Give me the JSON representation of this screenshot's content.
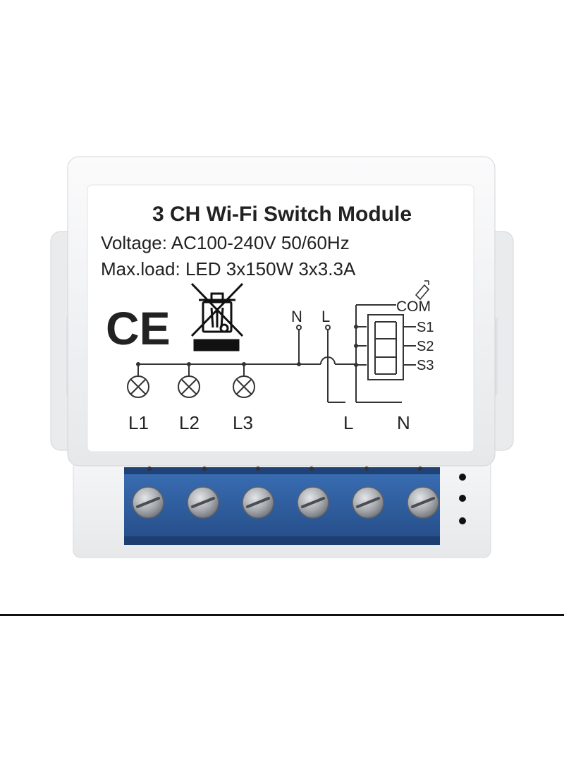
{
  "label": {
    "title": "3 CH Wi-Fi Switch Module",
    "voltage": "Voltage: AC100-240V 50/60Hz",
    "max_load": "Max.load: LED 3x150W 3x3.3A",
    "ce_mark": "CE",
    "wiring": {
      "input_n": "N",
      "input_l": "L",
      "com": "COM",
      "s1": "S1",
      "s2": "S2",
      "s3": "S3",
      "l1": "L1",
      "l2": "L2",
      "l3": "L3",
      "out_l": "L",
      "out_n": "N"
    }
  },
  "terminals": {
    "count": 6
  },
  "colors": {
    "housing": "#f2f3f5",
    "label_bg": "#ffffff",
    "terminal_block": "#2f5fa0",
    "screw": "#a9adb2",
    "text": "#222222"
  }
}
